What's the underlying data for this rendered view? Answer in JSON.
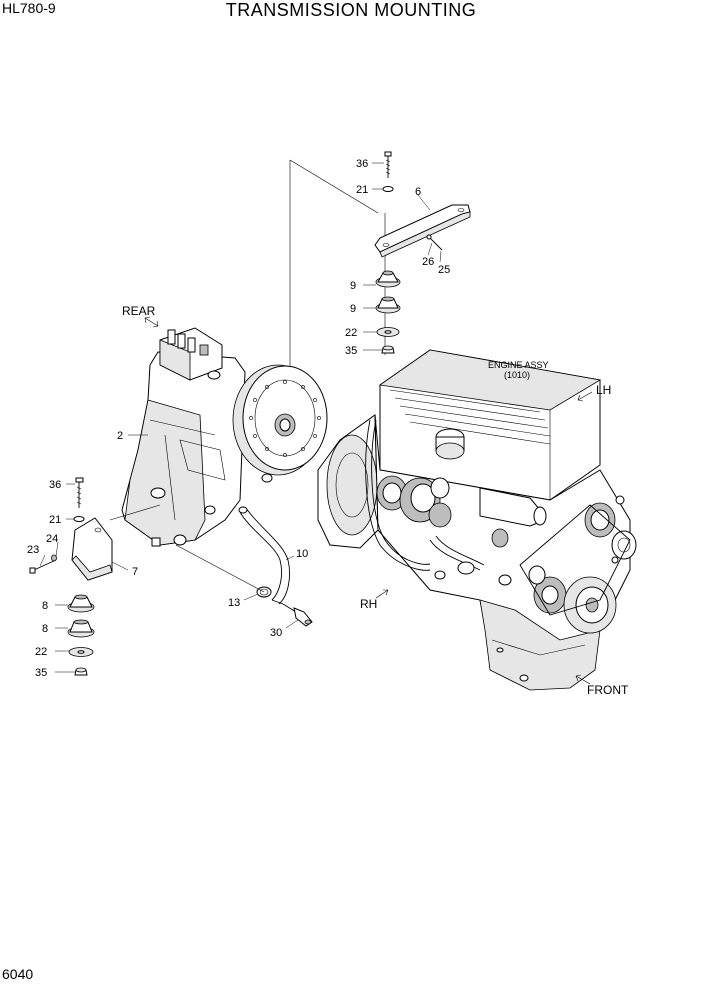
{
  "header": {
    "model": "HL780-9",
    "title": "TRANSMISSION MOUNTING"
  },
  "footer": {
    "page_number": "6040"
  },
  "directions": {
    "rear": "REAR",
    "lh": "LH",
    "rh": "RH",
    "front": "FRONT"
  },
  "assembly": {
    "engine_name": "ENGINE ASSY",
    "engine_ref": "(1010)"
  },
  "parts": {
    "p36_top": "36",
    "p21_top": "21",
    "p6": "6",
    "p26": "26",
    "p25": "25",
    "p9a": "9",
    "p9b": "9",
    "p22_top": "22",
    "p35_top": "35",
    "p2": "2",
    "p36_left": "36",
    "p21_left": "21",
    "p24": "24",
    "p23": "23",
    "p7": "7",
    "p8a": "8",
    "p8b": "8",
    "p22_left": "22",
    "p35_left": "35",
    "p10": "10",
    "p13": "13",
    "p30": "30"
  }
}
